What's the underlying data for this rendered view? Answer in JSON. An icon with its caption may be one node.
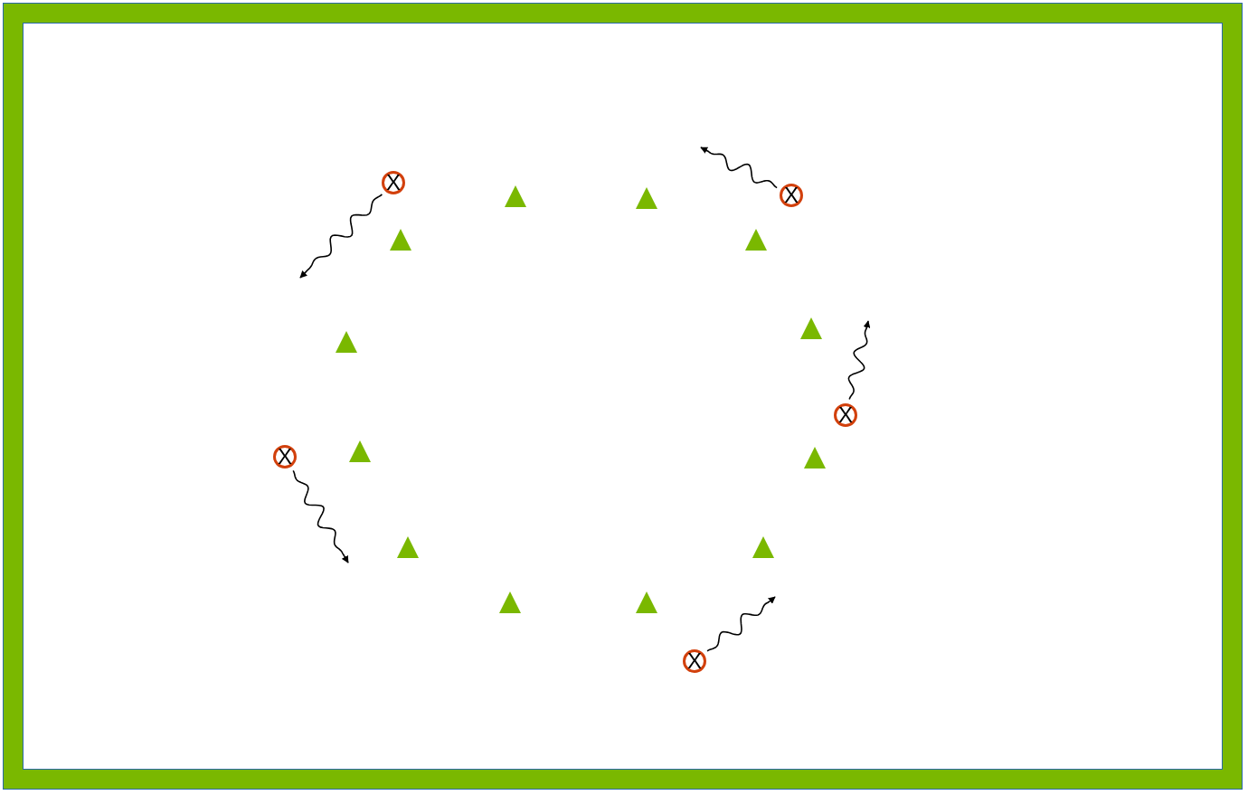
{
  "diagram": {
    "nodes": [
      {
        "text": [
          "X"
        ]
      },
      {
        "text": [
          "X"
        ]
      },
      {
        "text": [
          "X"
        ]
      },
      {
        "text": [
          "X"
        ]
      },
      {
        "text": [
          "X"
        ]
      }
    ],
    "edges": [
      {
        "from": 0,
        "to": null,
        "arrow": "to"
      },
      {
        "from": 1,
        "to": null,
        "arrow": "to"
      },
      {
        "from": 2,
        "to": null,
        "arrow": "to"
      },
      {
        "from": 3,
        "to": null,
        "arrow": "to"
      },
      {
        "from": 4,
        "to": null,
        "arrow": "to"
      }
    ]
  }
}
